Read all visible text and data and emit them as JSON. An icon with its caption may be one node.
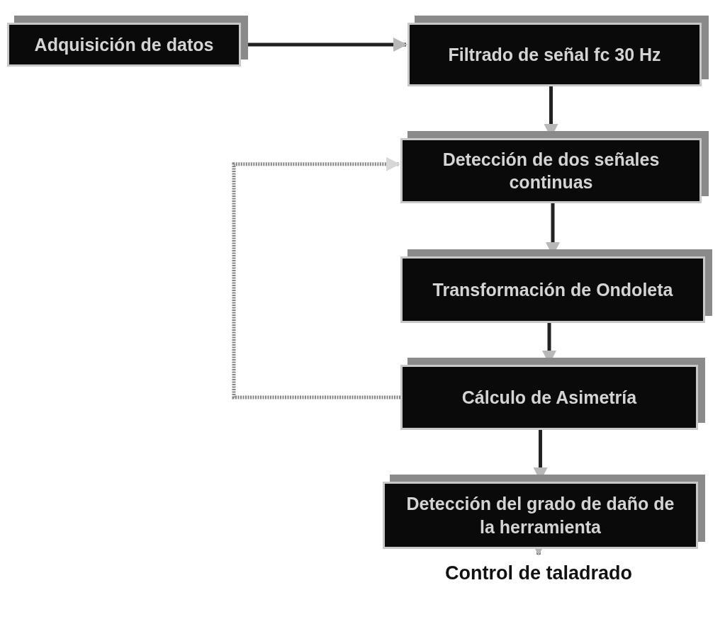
{
  "diagram": {
    "nodes": [
      {
        "text": [
          "Adquisición de datos"
        ]
      },
      {
        "text": [
          "Filtrado de señal fc 30 Hz"
        ]
      },
      {
        "text": [
          "Detección de dos señales continuas"
        ]
      },
      {
        "text": [
          "Transformación de Ondoleta"
        ]
      },
      {
        "text": [
          "Cálculo de Asimetría"
        ]
      },
      {
        "text": [
          "Detección del grado de daño de la herramienta"
        ]
      },
      {
        "text": [
          "Control de taladrado"
        ]
      }
    ],
    "edges": [
      {
        "from": 0,
        "to": 1,
        "arrow": "to"
      },
      {
        "from": 1,
        "to": 2,
        "arrow": "to"
      },
      {
        "from": 2,
        "to": 3,
        "arrow": "to"
      },
      {
        "from": 3,
        "to": 4,
        "arrow": "to"
      },
      {
        "from": 4,
        "to": 5,
        "arrow": "to"
      },
      {
        "from": 5,
        "to": 6,
        "arrow": "to"
      },
      {
        "from": 4,
        "to": 2,
        "arrow": "to",
        "style": "dashed"
      }
    ]
  }
}
